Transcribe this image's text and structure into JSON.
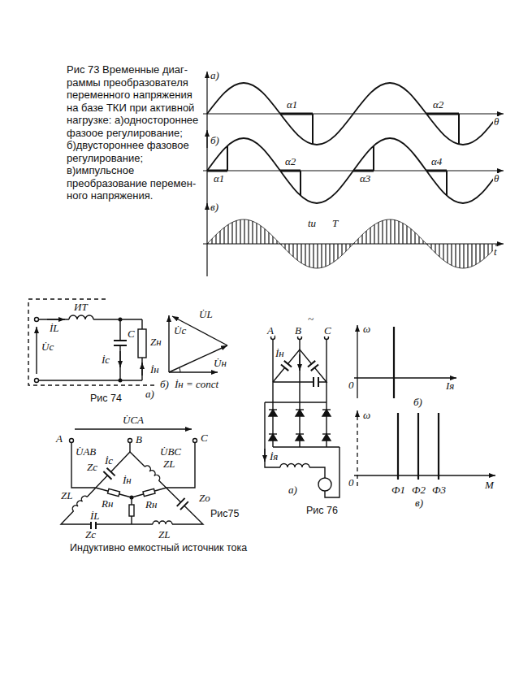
{
  "diagram": {
    "caption": "Рис 73 Временные диаг- раммы преобразователя переменного напряжения на базе ТКИ при активной нагрузке: а)одностороннее фазоое регулирование; б)двустороннее фазовое регулирование; в)импульсное преобразование перемен- ного напряжения.",
    "labels": [
      "а)",
      "θ",
      "α1",
      "α2",
      "б)",
      "θ",
      "α1",
      "α2",
      "α3",
      "α4",
      "в)",
      "t",
      "tи",
      "T",
      "ИТ",
      "İL",
      "U̇c",
      "İc",
      "C",
      "Zн",
      "İн",
      "а)",
      "Рис 74",
      "U̇L",
      "U̇c",
      "U̇н",
      "б)",
      "İн = conct",
      "А",
      "U̇CA",
      "B",
      "C",
      "U̇AB",
      "İc",
      "U̇BC",
      "Zc",
      "ZL",
      "İн",
      "ZL",
      "Rн",
      "İL",
      "Rн",
      "Zo",
      "Zc",
      "ZL",
      "Рис75",
      "Индуктивно емкостный источник тока",
      "~",
      "A",
      "B",
      "C",
      "İн",
      "İя",
      "а)",
      "Рис 76",
      "ω",
      "0",
      "Iя",
      "б)",
      "ω",
      "0",
      "Ф1",
      "Ф2",
      "Ф3",
      "M",
      "в)"
    ]
  }
}
